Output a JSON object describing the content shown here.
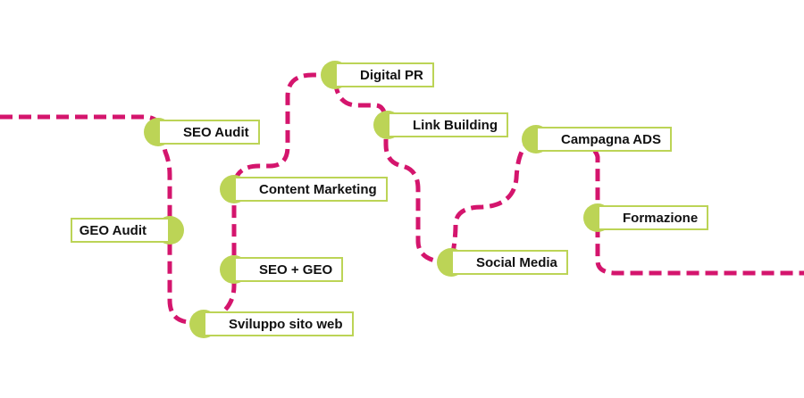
{
  "colors": {
    "path": "#d4156d",
    "node": "#bcd456",
    "label_border": "#bcd456",
    "label_text": "#111111",
    "background": "#ffffff"
  },
  "steps": [
    {
      "label": "SEO Audit"
    },
    {
      "label": "GEO Audit"
    },
    {
      "label": "Sviluppo sito web"
    },
    {
      "label": "SEO + GEO"
    },
    {
      "label": "Content Marketing"
    },
    {
      "label": "Digital PR"
    },
    {
      "label": "Link Building"
    },
    {
      "label": "Social Media"
    },
    {
      "label": "Campagna ADS"
    },
    {
      "label": "Formazione"
    }
  ]
}
